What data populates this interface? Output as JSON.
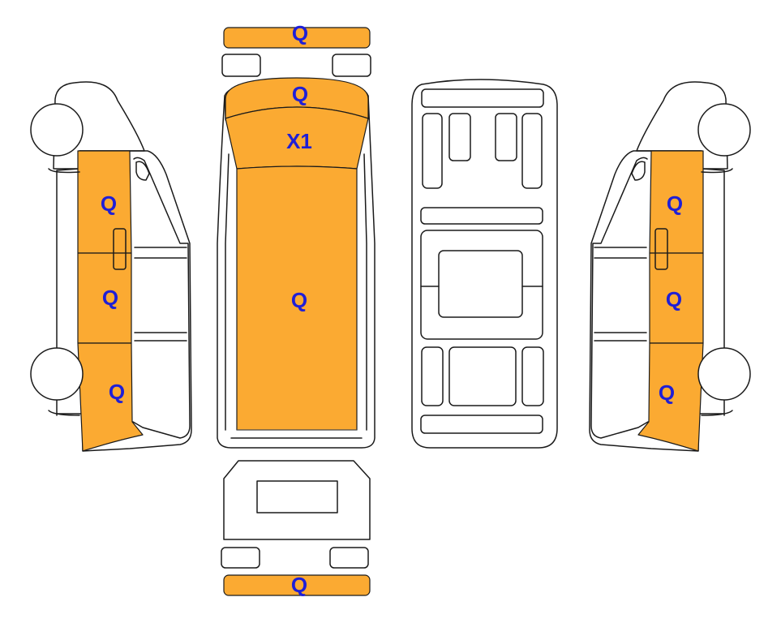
{
  "colors": {
    "damage_fill": "#fbaa32",
    "outline": "#1a1a1a",
    "mark_text": "#1f1fd6",
    "background": "#ffffff"
  },
  "views": {
    "front_bumper": "Q",
    "hood": "Q",
    "windshield": "X1",
    "roof": "Q",
    "rear_bumper": "Q",
    "left_side": [
      "Q",
      "Q",
      "Q"
    ],
    "right_side": [
      "Q",
      "Q",
      "Q"
    ]
  }
}
